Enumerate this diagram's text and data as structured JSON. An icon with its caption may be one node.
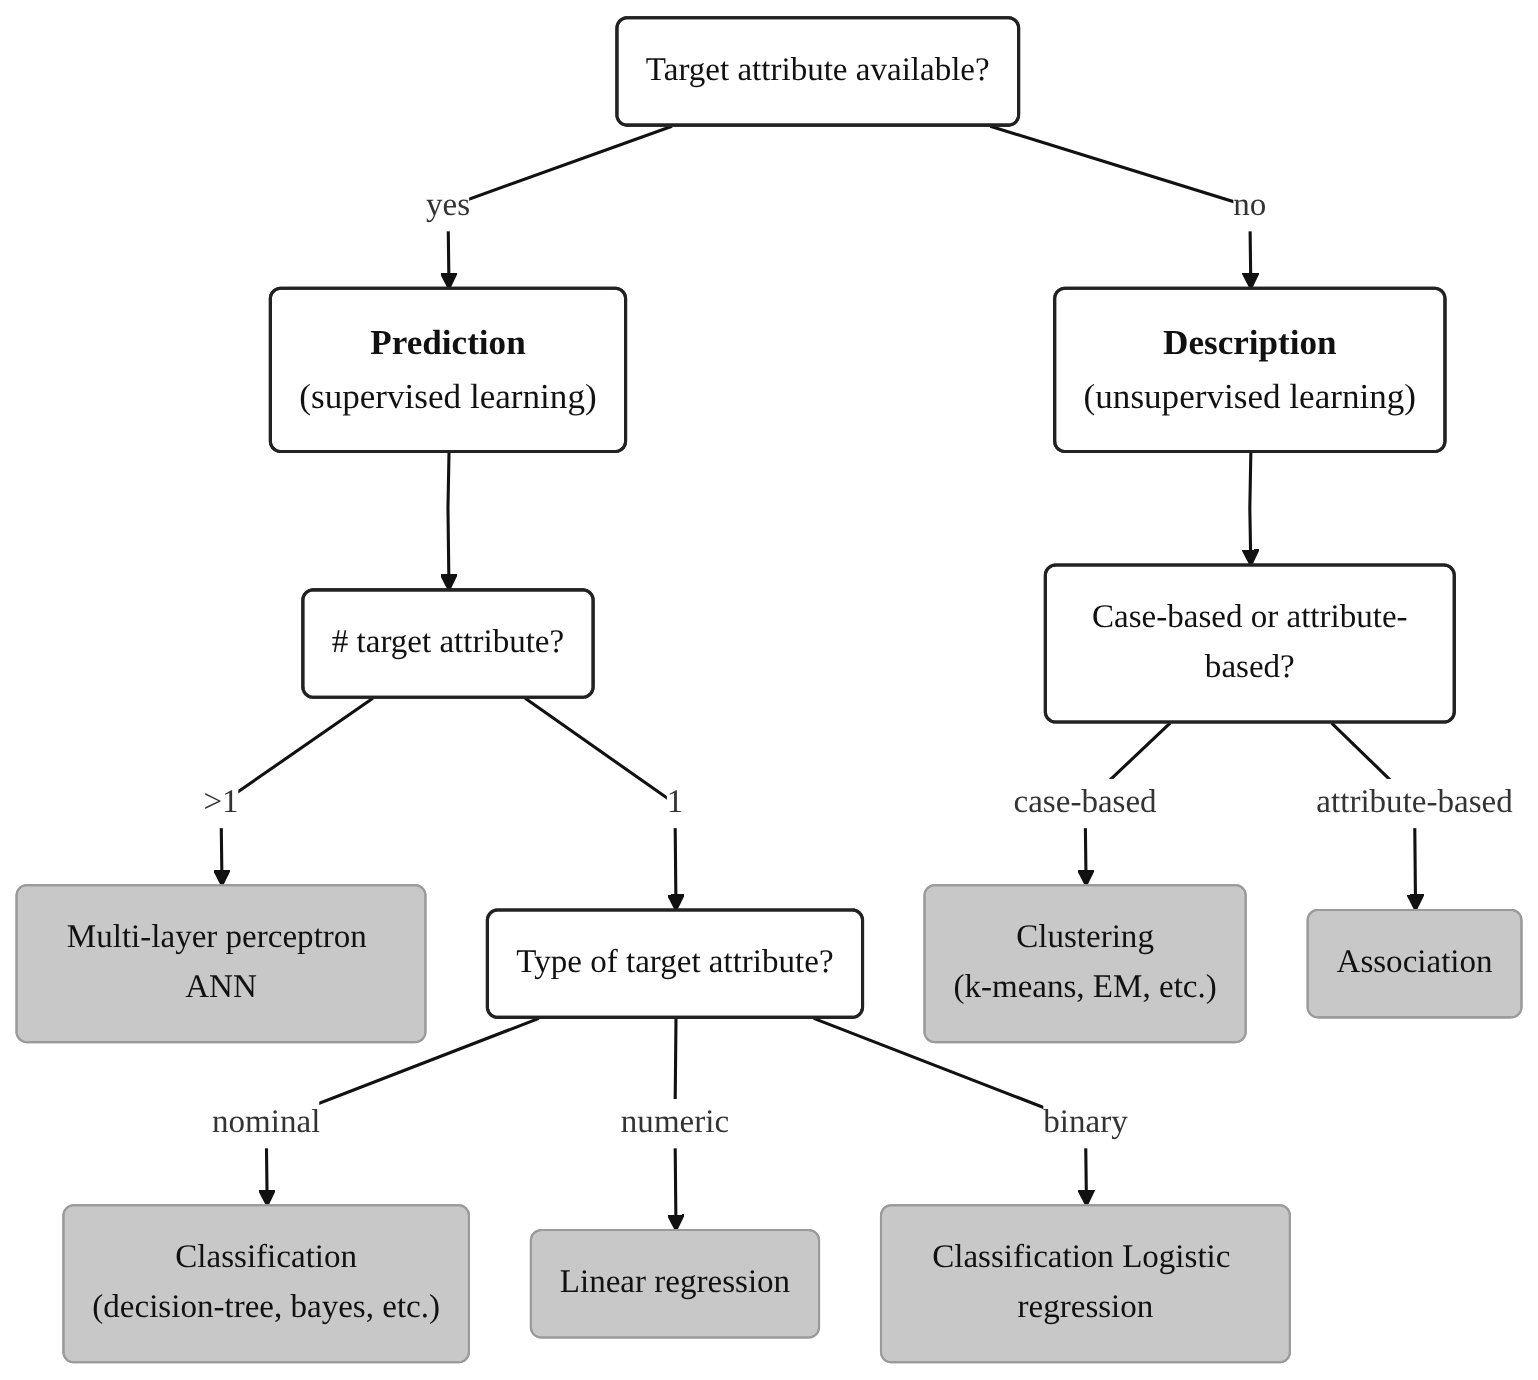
{
  "diagram": {
    "nodes": [
      {
        "text": [
          "Target attribute available?"
        ]
      },
      {
        "text": [
          "Prediction",
          "(supervised learning)"
        ]
      },
      {
        "text": [
          "Description",
          "(unsupervised learning)"
        ]
      },
      {
        "text": [
          "# target attribute?"
        ]
      },
      {
        "text": [
          "Case-based or attribute-based?"
        ]
      },
      {
        "text": [
          "Multi-layer perceptron ANN"
        ]
      },
      {
        "text": [
          "Type of target attribute?"
        ]
      },
      {
        "text": [
          "Clustering",
          "(k-means, EM, etc.)"
        ]
      },
      {
        "text": [
          "Association"
        ]
      },
      {
        "text": [
          "Classification",
          "(decision-tree, bayes, etc.)"
        ]
      },
      {
        "text": [
          "Linear regression"
        ]
      },
      {
        "text": [
          "Classification Logistic regression"
        ]
      }
    ],
    "edges": [
      {
        "from": 0,
        "to": 1,
        "arrow": "to",
        "label": "yes"
      },
      {
        "from": 0,
        "to": 2,
        "arrow": "to",
        "label": "no"
      },
      {
        "from": 1,
        "to": 3,
        "arrow": "to"
      },
      {
        "from": 2,
        "to": 4,
        "arrow": "to"
      },
      {
        "from": 3,
        "to": 5,
        "arrow": "to",
        "label": ">1"
      },
      {
        "from": 3,
        "to": 6,
        "arrow": "to",
        "label": "1"
      },
      {
        "from": 4,
        "to": 7,
        "arrow": "to",
        "label": "case-based"
      },
      {
        "from": 4,
        "to": 8,
        "arrow": "to",
        "label": "attribute-based"
      },
      {
        "from": 6,
        "to": 9,
        "arrow": "to",
        "label": "nominal"
      },
      {
        "from": 6,
        "to": 10,
        "arrow": "to",
        "label": "numeric"
      },
      {
        "from": 6,
        "to": 11,
        "arrow": "to",
        "label": "binary"
      }
    ]
  }
}
